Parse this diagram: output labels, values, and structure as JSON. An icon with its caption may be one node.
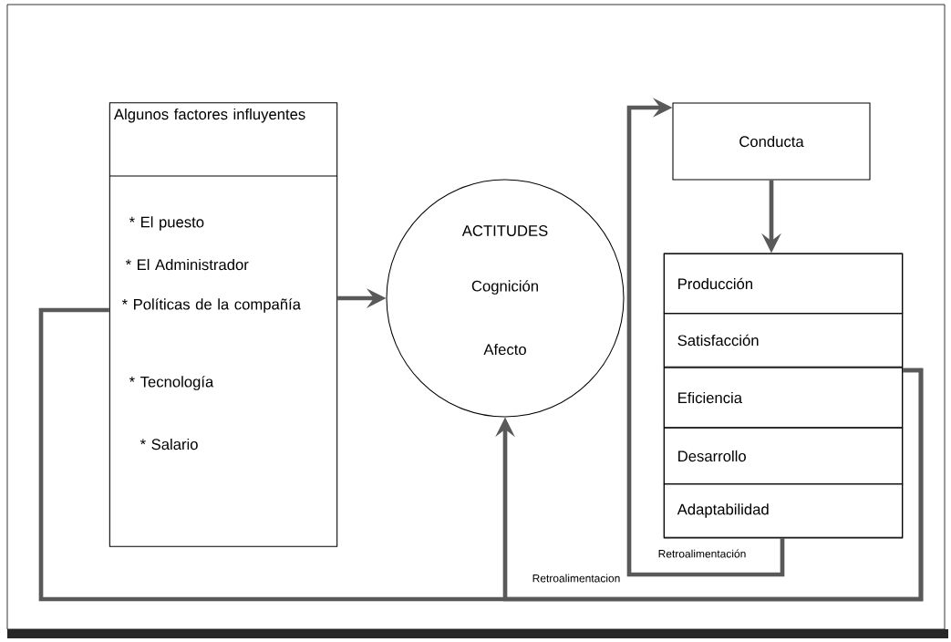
{
  "diagram": {
    "nodes": [
      {
        "text": [
          "Algunos factores influyentes",
          "* El puesto",
          "* El Administrador",
          "* Políticas de la compañía",
          "* Tecnología",
          "* Salario"
        ]
      },
      {
        "text": [
          "ACTITUDES",
          "Cognición",
          "Afecto"
        ]
      },
      {
        "text": [
          "Conducta"
        ]
      },
      {
        "text": [],
        "shape": "box"
      },
      {
        "text": [
          "Producción"
        ],
        "in": 3
      },
      {
        "text": [
          "Satisfacción"
        ],
        "in": 3
      },
      {
        "text": [
          "Eficiencia"
        ],
        "in": 3
      },
      {
        "text": [
          "Desarrollo"
        ],
        "in": 3
      },
      {
        "text": [
          "Adaptabilidad"
        ],
        "in": 3
      }
    ],
    "edges": [
      {
        "from": 0,
        "to": 1,
        "arrow": "to"
      },
      {
        "from": 2,
        "to": 3,
        "arrow": "to"
      },
      {
        "from": 3,
        "to": 2,
        "arrow": "to",
        "label": "Retroalimentación"
      },
      {
        "from": 3,
        "to": 1,
        "arrow": "to",
        "label": "Retroalimentacion"
      },
      {
        "from": 3,
        "to": 0,
        "arrow": "none"
      }
    ]
  }
}
